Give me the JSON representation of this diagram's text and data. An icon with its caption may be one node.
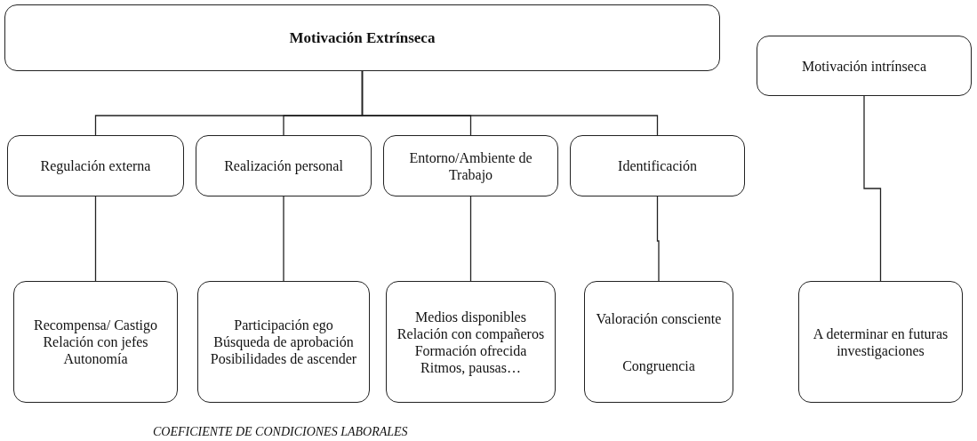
{
  "diagram": {
    "caption": "COEFICIENTE DE CONDICIONES LABORALES",
    "nodes": [
      {
        "text": [
          "Motivación Extrínseca"
        ]
      },
      {
        "text": [
          "Motivación intrínseca"
        ]
      },
      {
        "text": [
          "Regulación externa"
        ]
      },
      {
        "text": [
          "Realización personal"
        ]
      },
      {
        "text": [
          "Entorno/Ambiente de Trabajo"
        ]
      },
      {
        "text": [
          "Identificación"
        ]
      },
      {
        "text": [
          "Recompensa/ Castigo",
          "Relación con jefes",
          "Autonomía"
        ]
      },
      {
        "text": [
          "Participación ego",
          "Búsqueda de aprobación",
          "Posibilidades de ascender"
        ]
      },
      {
        "text": [
          "Medios disponibles",
          "Relación con compañeros",
          "Formación ofrecida",
          "Ritmos, pausas…"
        ]
      },
      {
        "text": [
          "Valoración consciente",
          "Congruencia"
        ]
      },
      {
        "text": [
          "A determinar en futuras investigaciones"
        ]
      }
    ],
    "edges": [
      {
        "from": 0,
        "to": 2,
        "arrow": "none"
      },
      {
        "from": 0,
        "to": 3,
        "arrow": "none"
      },
      {
        "from": 0,
        "to": 4,
        "arrow": "none"
      },
      {
        "from": 0,
        "to": 5,
        "arrow": "none"
      },
      {
        "from": 2,
        "to": 6,
        "arrow": "none"
      },
      {
        "from": 3,
        "to": 7,
        "arrow": "none"
      },
      {
        "from": 4,
        "to": 8,
        "arrow": "none"
      },
      {
        "from": 5,
        "to": 9,
        "arrow": "none"
      },
      {
        "from": 1,
        "to": 10,
        "arrow": "none"
      }
    ]
  }
}
